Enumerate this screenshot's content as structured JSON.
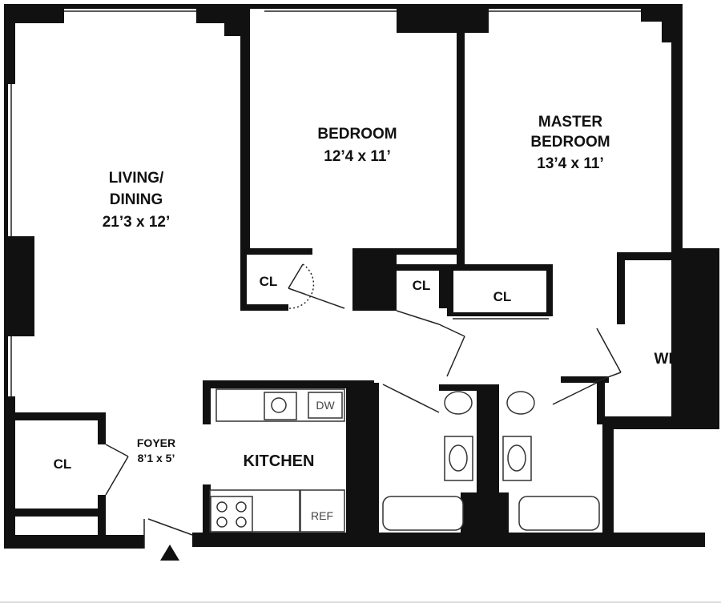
{
  "rooms": {
    "living": {
      "name_line1": "LIVING/",
      "name_line2": "DINING",
      "dims": "21’3 x 12’"
    },
    "bedroom": {
      "name": "BEDROOM",
      "dims": "12’4 x 11’"
    },
    "master": {
      "name_line1": "MASTER",
      "name_line2": "BEDROOM",
      "dims": "13’4 x 11’"
    },
    "foyer": {
      "name": "FOYER",
      "dims": "8’1 x 5’"
    },
    "kitchen": {
      "name": "KITCHEN"
    },
    "wic": {
      "name": "WIC"
    }
  },
  "closets": {
    "label": "CL"
  },
  "appliances": {
    "dishwasher": "DW",
    "refrigerator": "REF"
  },
  "colors": {
    "wall": "#111111",
    "background": "#ffffff",
    "fixture_stroke": "#333333"
  }
}
